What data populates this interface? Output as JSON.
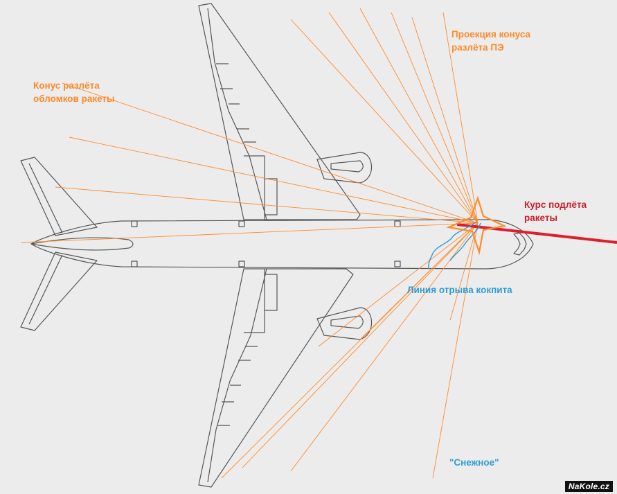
{
  "labels": {
    "cone_title_line1": "Конус разлёта",
    "cone_title_line2": "обломков ракеты",
    "projection_line1": "Проекция конуса",
    "projection_line2": "разлёта ПЭ",
    "course_line1": "Курс подлёта",
    "course_line2": "ракеты",
    "cockpit_break": "Линия отрыва кокпита",
    "place": "\"Снежное\""
  },
  "watermark": "NaKole.cz",
  "colors": {
    "background": "#ececec",
    "outline": "#555555",
    "cone_lines": "#ff8a2a",
    "course_line": "#dd1e2d",
    "break_line": "#2e9cd6",
    "explosion_star": "#ff8a2a"
  },
  "icons": {
    "explosion": "burst-star-icon",
    "aircraft": "airliner-top-view"
  }
}
